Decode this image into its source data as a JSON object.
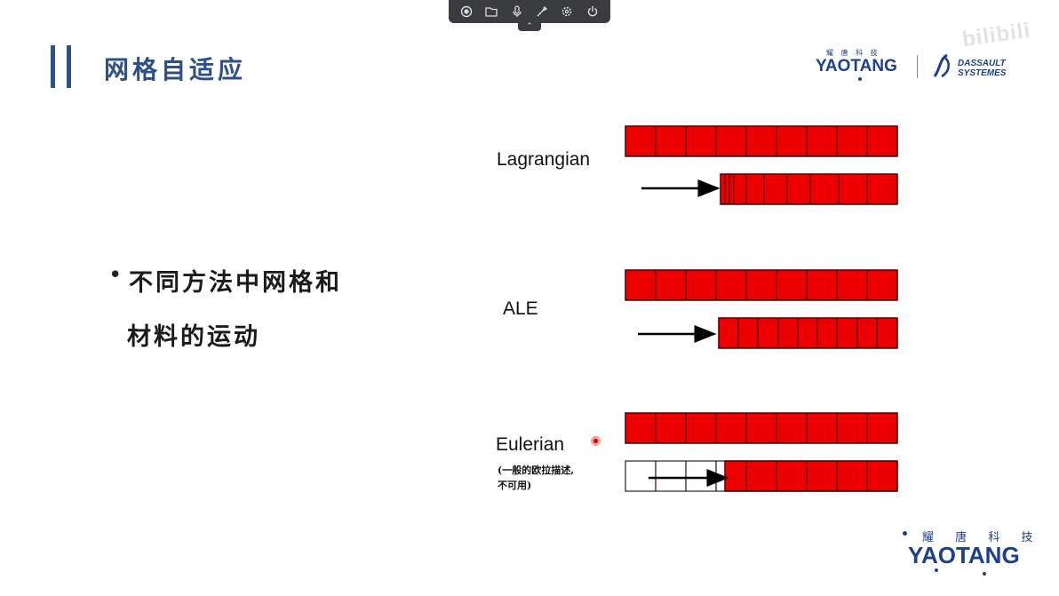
{
  "toolbar": {
    "icons": [
      "record-icon",
      "folder-icon",
      "microphone-icon",
      "tools-icon",
      "settings-icon",
      "power-icon"
    ],
    "handle_glyph": "⌃"
  },
  "slide": {
    "title": "网格自适应",
    "bullet": "•",
    "bullet_line1": "不同方法中网格和",
    "bullet_line2": "材料的运动"
  },
  "diagram": {
    "rows": [
      {
        "label": "Lagrangian",
        "note": "",
        "shift_fraction": 0.34
      },
      {
        "label": "ALE",
        "note": "",
        "shift_fraction": 0.34
      },
      {
        "label": "Eulerian",
        "note_line1": "(一般的欧拉描述,",
        "note_line2": "不可用)",
        "shift_fraction": 0.36
      }
    ],
    "cells_per_bar": 9
  },
  "logos": {
    "yaotang_cn": "耀 唐 科 技",
    "yaotang_en": "YAOTANG",
    "dassault_line1": "DASSAULT",
    "dassault_line2": "SYSTEMES",
    "bili": "bilibili"
  },
  "colors": {
    "title_blue": "#2d4f8c",
    "bar_red": "#ee0000",
    "logo_blue": "#1d3f8f"
  }
}
